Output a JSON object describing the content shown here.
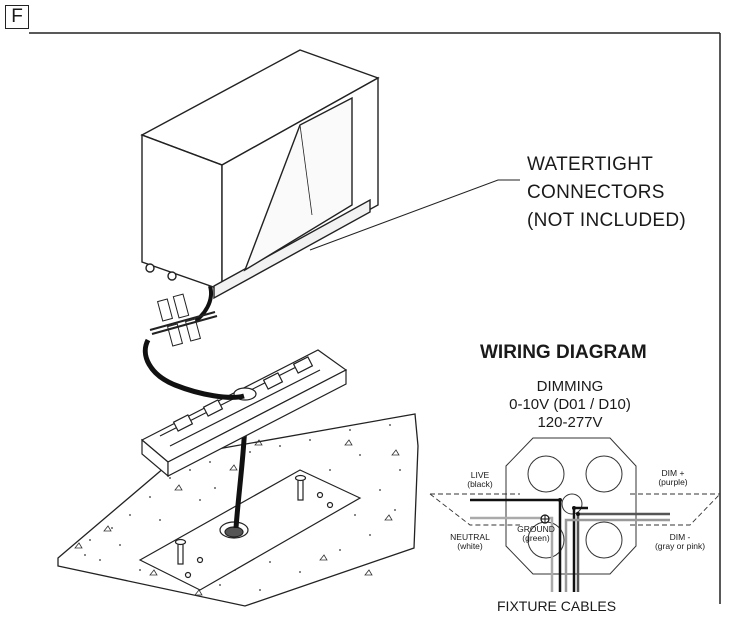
{
  "figure_letter": "F",
  "callout": {
    "line1": "WATERTIGHT",
    "line2": "CONNECTORS",
    "line3": "(NOT INCLUDED)"
  },
  "wiring_diagram": {
    "title": "WIRING DIAGRAM",
    "spec_line1": "DIMMING",
    "spec_line2": "0-10V (D01 / D10)",
    "spec_line3": "120-277V",
    "live_label": "LIVE",
    "live_color": "(black)",
    "neutral_label": "NEUTRAL",
    "neutral_color": "(white)",
    "ground_label": "GROUND",
    "ground_color": "(green)",
    "dim_plus_label": "DIM +",
    "dim_plus_color": "(purple)",
    "dim_minus_label": "DIM -",
    "dim_minus_color": "(gray or pink)",
    "fixture_cables": "FIXTURE CABLES"
  }
}
